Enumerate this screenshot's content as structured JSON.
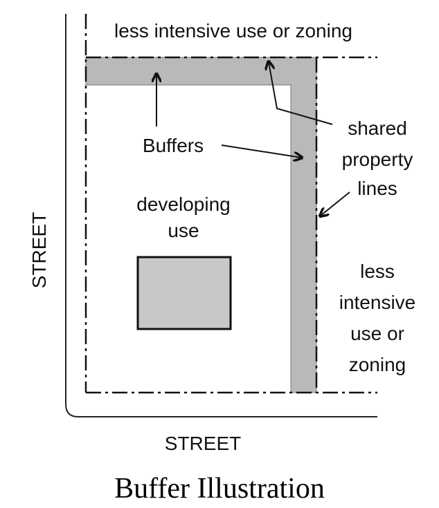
{
  "labels": {
    "top_neighbor": "less intensive use or zoning",
    "buffers": "Buffers",
    "shared": [
      "shared",
      "property",
      "lines"
    ],
    "developing": [
      "developing",
      "use"
    ],
    "right_neighbor": [
      "less",
      "intensive",
      "use or",
      "zoning"
    ],
    "street_left": "STREET",
    "street_bottom": "STREET"
  },
  "caption": "Buffer Illustration",
  "colors": {
    "buffer": "#b9b9b9",
    "building": "#c8c8c8",
    "line": "#111111"
  }
}
